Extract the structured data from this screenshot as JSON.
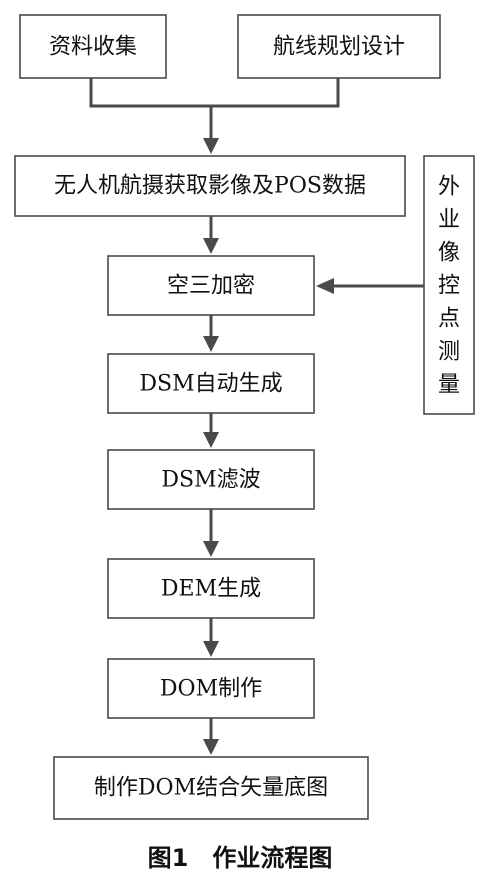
{
  "diagram": {
    "nodes": {
      "collect": "资料收集",
      "route": "航线规划设计",
      "uav": "无人机航摄获取影像及POS数据",
      "field": [
        "外",
        "业",
        "像",
        "控",
        "点",
        "测",
        "量"
      ],
      "aerotri": "空三加密",
      "dsm_gen": "DSM自动生成",
      "dsm_filter": "DSM滤波",
      "dem": "DEM生成",
      "dom": "DOM制作",
      "final": "制作DOM结合矢量底图"
    },
    "caption": "图1　作业流程图"
  }
}
